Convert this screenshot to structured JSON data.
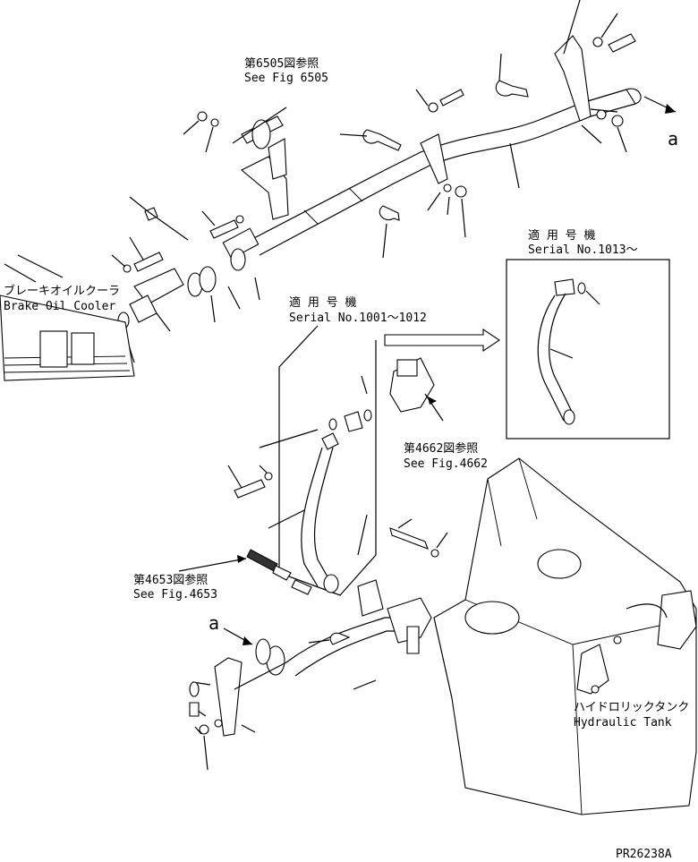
{
  "references": {
    "fig6505_jp": "第6505図参照",
    "fig6505_en": "See Fig 6505",
    "fig4662_jp": "第4662図参照",
    "fig4662_en": "See Fig.4662",
    "fig4653_jp": "第4653図参照",
    "fig4653_en": "See Fig.4653"
  },
  "serials": {
    "serial_a_jp": "適 用 号 機",
    "serial_a_en": "Serial No.1013～",
    "serial_b_jp": "適 用 号 機",
    "serial_b_en": "Serial No.1001～1012"
  },
  "components": {
    "brake_cooler_jp": "ブレーキオイルクーラ",
    "brake_cooler_en": "Brake Oil Cooler",
    "hyd_tank_jp": "ハイドロリックタンク",
    "hyd_tank_en": "Hydraulic Tank"
  },
  "markers": {
    "a_top": "a",
    "a_left": "a"
  },
  "drawing_number": "PR26238A"
}
